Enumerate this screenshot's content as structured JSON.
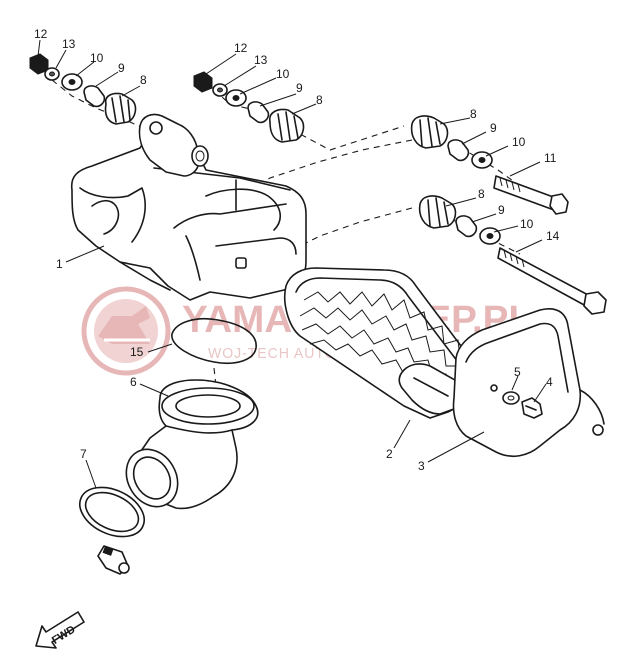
{
  "watermark": {
    "main": "YAMAHASKLEP.PL",
    "sub": "WOJ-TECH AUTORYZOWANY DEALER YAMAHA",
    "color": "#e7b7b7"
  },
  "direction_marker": "FWD",
  "callouts": {
    "c1": "1",
    "c2": "2",
    "c3": "3",
    "c4": "4",
    "c5": "5",
    "c6": "6",
    "c7": "7",
    "c8a": "8",
    "c8b": "8",
    "c8c": "8",
    "c8d": "8",
    "c9a": "9",
    "c9b": "9",
    "c9c": "9",
    "c9d": "9",
    "c10a": "10",
    "c10b": "10",
    "c10c": "10",
    "c10d": "10",
    "c11": "11",
    "c12a": "12",
    "c12b": "12",
    "c13a": "13",
    "c13b": "13",
    "c14": "14",
    "c15": "15"
  }
}
